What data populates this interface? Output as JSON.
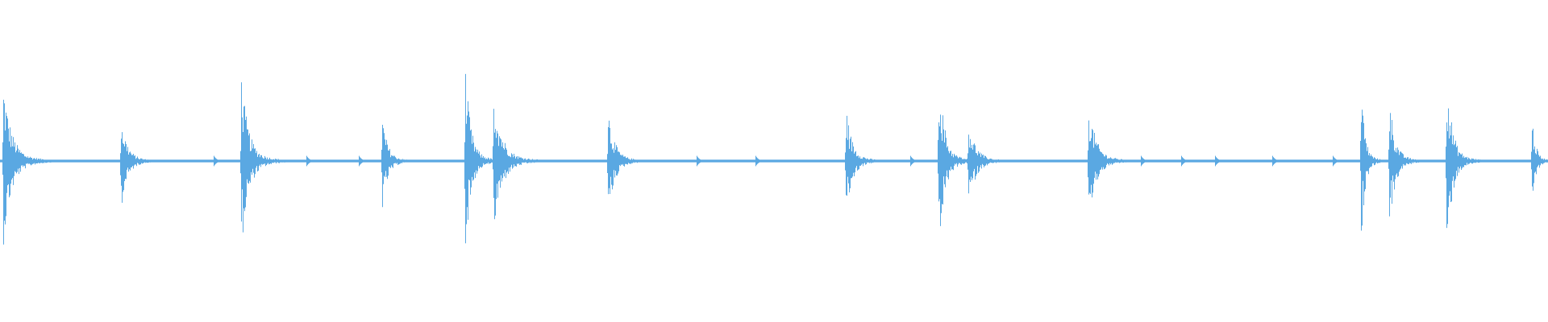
{
  "waveform": {
    "color": "#5aa8e2",
    "background": "#ffffff",
    "transients": [
      {
        "t": 0.002,
        "up": 0.25,
        "down": 0.26,
        "decay": 0.045
      },
      {
        "t": 0.078,
        "up": 0.14,
        "down": 0.15,
        "decay": 0.035
      },
      {
        "t": 0.1558,
        "up": 0.27,
        "down": 0.28,
        "decay": 0.04
      },
      {
        "t": 0.247,
        "up": 0.14,
        "down": 0.15,
        "decay": 0.03
      },
      {
        "t": 0.3005,
        "up": 0.29,
        "down": 0.29,
        "decay": 0.03
      },
      {
        "t": 0.3185,
        "up": 0.23,
        "down": 0.23,
        "decay": 0.045
      },
      {
        "t": 0.3925,
        "up": 0.17,
        "down": 0.18,
        "decay": 0.035
      },
      {
        "t": 0.5465,
        "up": 0.17,
        "down": 0.18,
        "decay": 0.035
      },
      {
        "t": 0.606,
        "up": 0.31,
        "down": 0.32,
        "decay": 0.03
      },
      {
        "t": 0.6255,
        "up": 0.13,
        "down": 0.14,
        "decay": 0.04
      },
      {
        "t": 0.703,
        "up": 0.19,
        "down": 0.2,
        "decay": 0.04
      },
      {
        "t": 0.879,
        "up": 0.26,
        "down": 0.27,
        "decay": 0.02
      },
      {
        "t": 0.8975,
        "up": 0.21,
        "down": 0.23,
        "decay": 0.03
      },
      {
        "t": 0.9345,
        "up": 0.3,
        "down": 0.31,
        "decay": 0.03
      },
      {
        "t": 0.9895,
        "up": 0.14,
        "down": 0.14,
        "decay": 0.02
      }
    ],
    "blips": [
      0.138,
      0.198,
      0.232,
      0.45,
      0.488,
      0.588,
      0.737,
      0.763,
      0.785,
      0.822,
      0.861
    ]
  }
}
